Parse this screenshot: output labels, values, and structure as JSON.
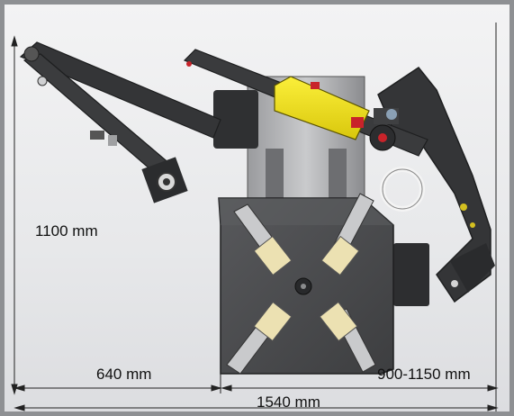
{
  "dimensions": {
    "height_label": "1100 mm",
    "left_width_label": "640 mm",
    "right_width_label": "900-1150 mm",
    "total_width_label": "1540 mm"
  },
  "colors": {
    "frame": "#8e9093",
    "background": "#eceef0",
    "machine_dark": "#3a3b3d",
    "turntable": "#4a4a4c",
    "body_yellow": "#f2e21a",
    "accent_red": "#c8232a",
    "dimension_line": "#222222"
  }
}
